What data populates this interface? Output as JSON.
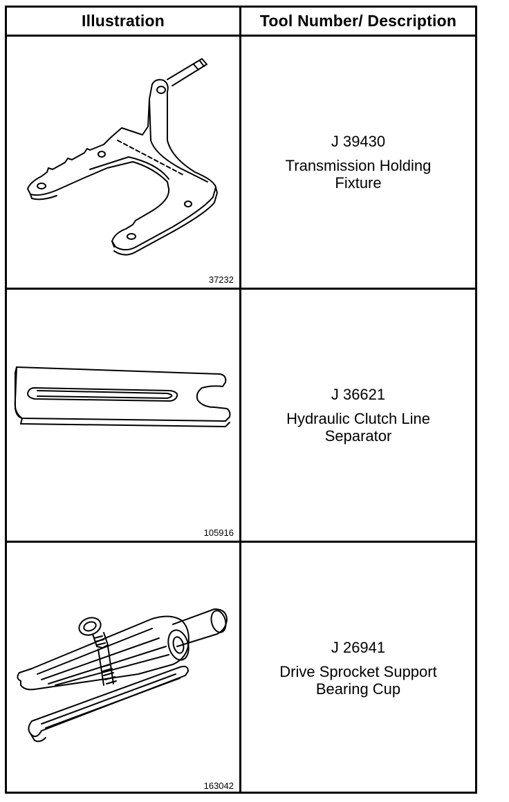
{
  "header": {
    "illustration": "Illustration",
    "description": "Tool Number/ Description"
  },
  "tools": [
    {
      "figure_number": "37232",
      "tool_number": "J 39430",
      "name": "Transmission Holding Fixture",
      "icon": "transmission-holding-fixture-icon"
    },
    {
      "figure_number": "105916",
      "tool_number": "J 36621",
      "name": "Hydraulic Clutch Line Separator",
      "icon": "hydraulic-clutch-line-separator-icon"
    },
    {
      "figure_number": "163042",
      "tool_number": "J 26941",
      "name": "Drive Sprocket Support Bearing Cup",
      "icon": "bearing-cup-tool-icon"
    }
  ]
}
